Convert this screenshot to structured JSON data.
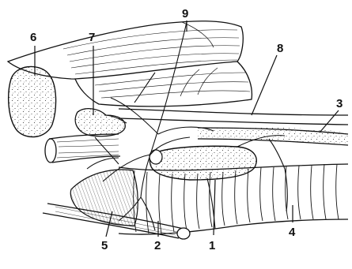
{
  "labels": {
    "1": "1",
    "2": "2",
    "3": "3",
    "4": "4",
    "5": "5",
    "6": "6",
    "7": "7",
    "8": "8",
    "9": "9"
  },
  "colors": {
    "ink": "#111111",
    "background": "#ffffff"
  }
}
